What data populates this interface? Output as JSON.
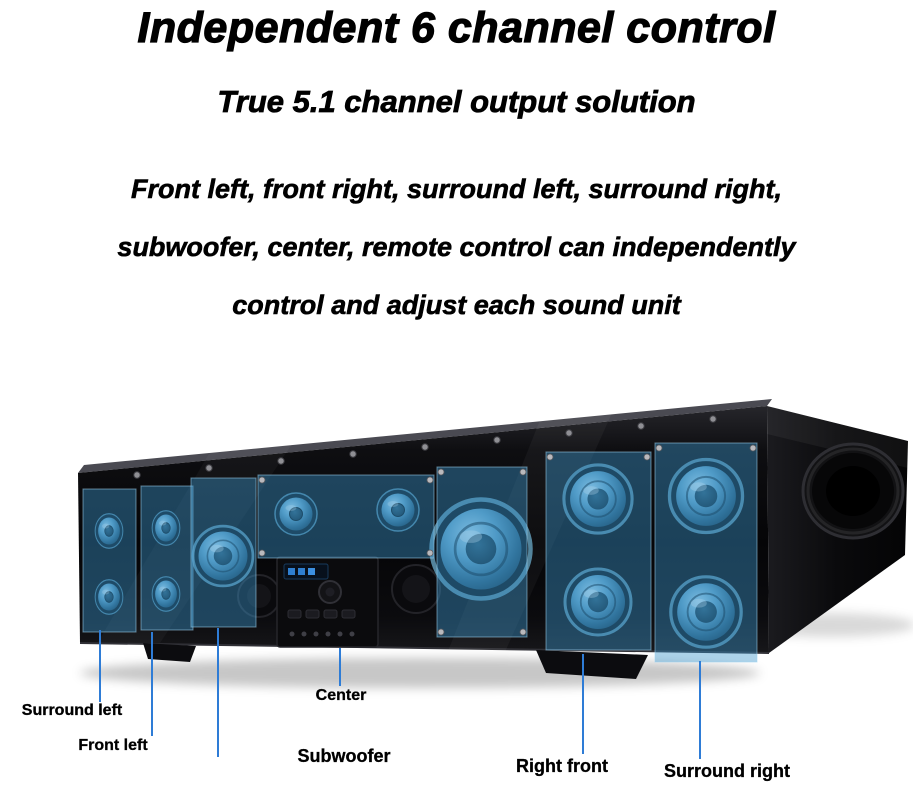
{
  "title": "Independent 6 channel control",
  "subtitle": "True 5.1 channel output solution",
  "description": {
    "line1": "Front left, front right, surround left, surround right,",
    "line2": "subwoofer, center, remote control can independently",
    "line3": "control and adjust each sound unit"
  },
  "callouts": {
    "surround_left": "Surround left",
    "front_left": "Front left",
    "center": "Center",
    "subwoofer": "Subwoofer",
    "right_front": "Right front",
    "surround_right": "Surround right"
  },
  "colors": {
    "background": "#ffffff",
    "text": "#000000",
    "highlight_overlay": "#3c96cd",
    "leader_line": "#2e7cd6"
  }
}
